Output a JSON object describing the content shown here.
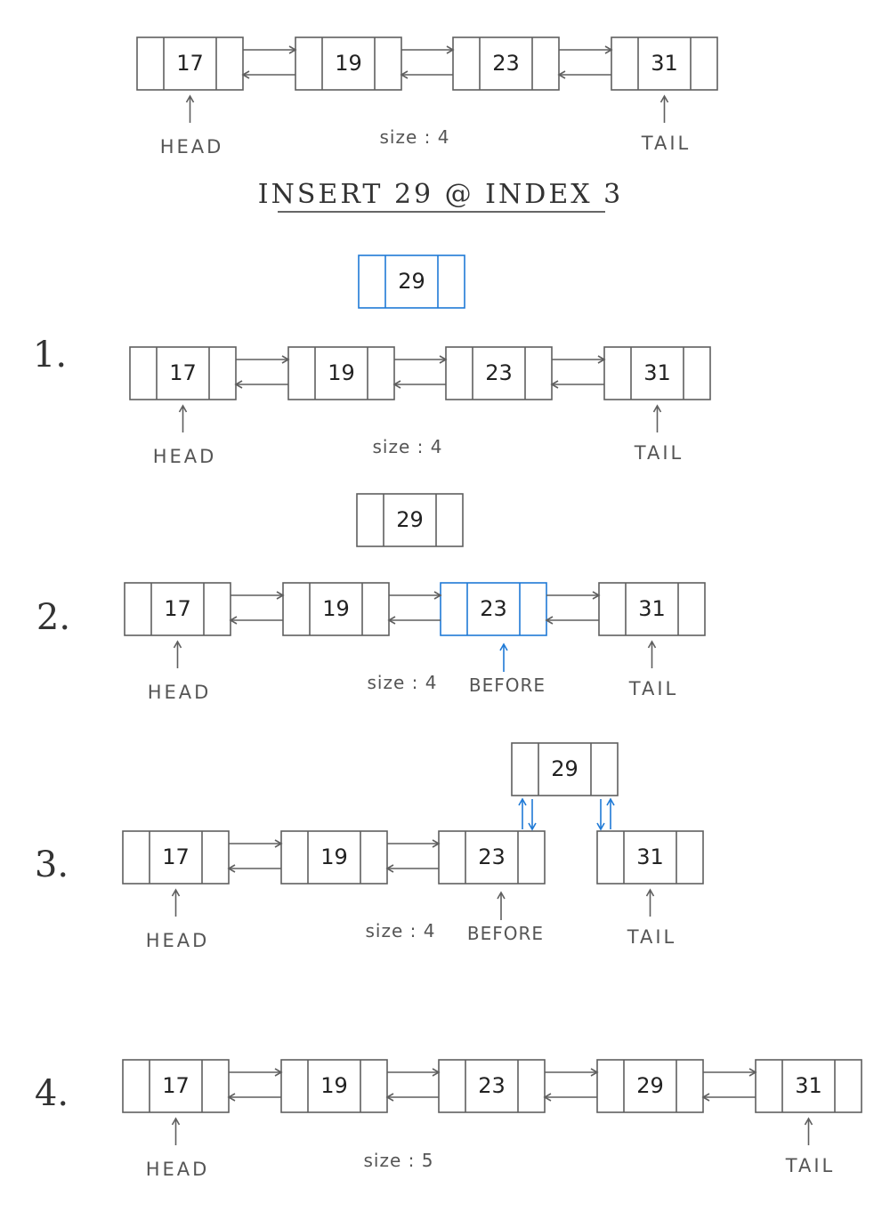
{
  "colors": {
    "ink": "#5f5f5f",
    "highlight": "#1f7ad6"
  },
  "title": "INSERT 29 @ INDEX 3",
  "labels": {
    "head": "HEAD",
    "tail": "TAIL",
    "before": "BEFORE"
  },
  "top": {
    "nodes": [
      "17",
      "19",
      "23",
      "31"
    ],
    "size": "size : 4"
  },
  "steps": [
    {
      "label": "1.",
      "new_node": "29",
      "nodes": [
        "17",
        "19",
        "23",
        "31"
      ],
      "size": "size : 4"
    },
    {
      "label": "2.",
      "new_node": "29",
      "nodes": [
        "17",
        "19",
        "23",
        "31"
      ],
      "size": "size : 4",
      "before_value": "23"
    },
    {
      "label": "3.",
      "new_node": "29",
      "nodes": [
        "17",
        "19",
        "23",
        "31"
      ],
      "size": "size : 4",
      "before_value": "23"
    },
    {
      "label": "4.",
      "nodes": [
        "17",
        "19",
        "23",
        "29",
        "31"
      ],
      "size": "size : 5"
    }
  ]
}
